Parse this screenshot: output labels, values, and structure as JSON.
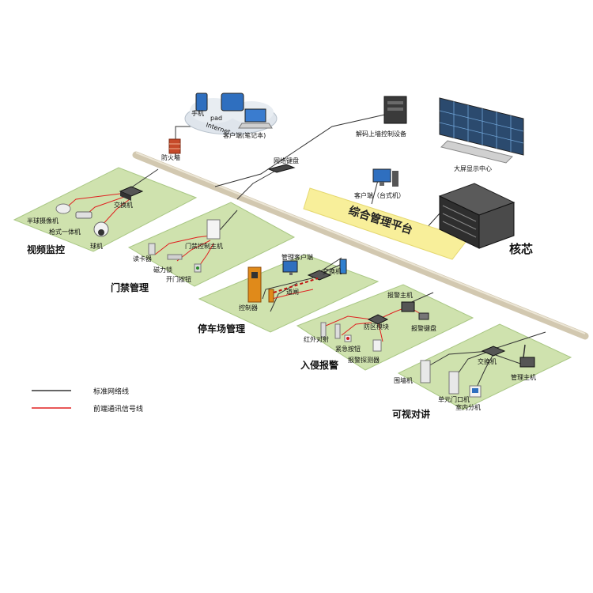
{
  "colors": {
    "zone_fill": "#cfe2ae",
    "zone_stroke": "#a9c784",
    "backbone": "#d2c8b0",
    "network_line": "#333333",
    "signal_line": "#e02020",
    "platform_banner": "#f8ef9a",
    "device_dark": "#3a3a3a",
    "device_light": "#e6e6e6"
  },
  "top": {
    "phone": "手机",
    "pad": "pad",
    "internet": "Internet",
    "laptop_client": "客户端(笔记本)",
    "firewall": "防火墙",
    "decoder": "解码上墙控制设备",
    "video_wall": "大屏显示中心",
    "net_keyboard": "网络键盘",
    "desktop_client": "客户端（台式机）",
    "platform": "综合管理平台",
    "core": "核芯"
  },
  "zones": {
    "video": {
      "title": "视频监控",
      "switch": "交换机",
      "half_dome": "半球摄像机",
      "bullet": "枪式一体机",
      "ball": "球机"
    },
    "access": {
      "title": "门禁管理",
      "controller": "门禁控制主机",
      "reader": "读卡器",
      "maglock": "磁力锁",
      "exit_button": "开门按钮"
    },
    "parking": {
      "title": "停车场管理",
      "client": "管理客户端",
      "switch": "交换机",
      "controller": "控制器",
      "barrier": "道闸"
    },
    "intrusion": {
      "title": "入侵报警",
      "host": "报警主机",
      "module": "防区模块",
      "keypad": "报警键盘",
      "ir_beam": "红外对射",
      "panic": "紧急按钮",
      "detector": "报警探测器"
    },
    "intercom": {
      "title": "可视对讲",
      "switch": "交换机",
      "manager": "管理主机",
      "wall_unit": "围墙机",
      "door_unit": "单元门口机",
      "indoor": "室内分机"
    }
  },
  "legend": {
    "network": "标准网络线",
    "signal": "前端通讯信号线"
  }
}
